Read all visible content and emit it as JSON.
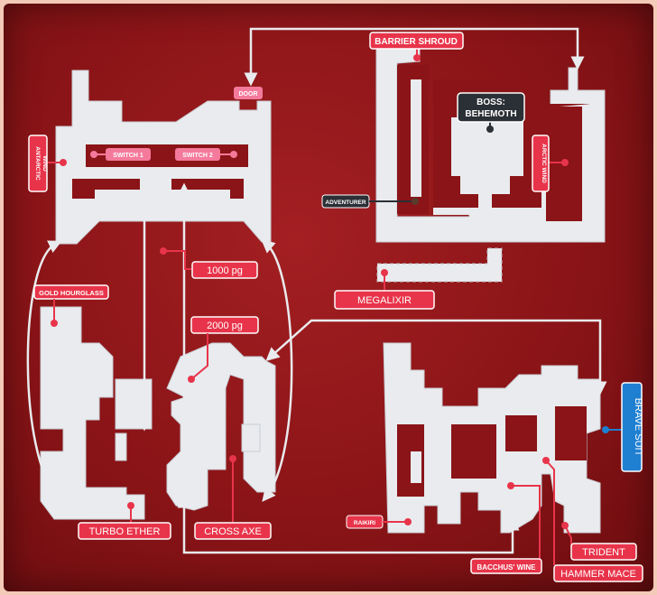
{
  "colors": {
    "background": "#8a1417",
    "floor": "#e9ebee",
    "label_red": "#e8344a",
    "label_pink": "#f47a9b",
    "label_dark": "#2b2f36",
    "label_blue": "#1f7fd1",
    "arrow": "#e9ebee"
  },
  "labels": {
    "barrier_shroud": "BARRIER SHROUD",
    "door": "DOOR",
    "boss_line1": "BOSS:",
    "boss_line2": "BEHEMOTH",
    "antarctic_wind_line1": "ANTARCTIC",
    "antarctic_wind_line2": "WIND",
    "arctic_wind": "ARCTIC WIND",
    "switch_1": "SWITCH 1",
    "switch_2": "SWITCH 2",
    "adventurer": "ADVENTURER",
    "pg_1000": "1000 pg",
    "megalixir": "MEGALIXIR",
    "gold_hourglass": "GOLD HOURGLASS",
    "pg_2000": "2000 pg",
    "brave_suit": "BRAVE SUIT",
    "turbo_ether": "TURBO ETHER",
    "cross_axe": "CROSS AXE",
    "raikiri": "RAIKIRI",
    "trident": "TRIDENT",
    "bacchus_wine": "BACCHUS' WINE",
    "hammer_mace": "HAMMER MACE"
  }
}
